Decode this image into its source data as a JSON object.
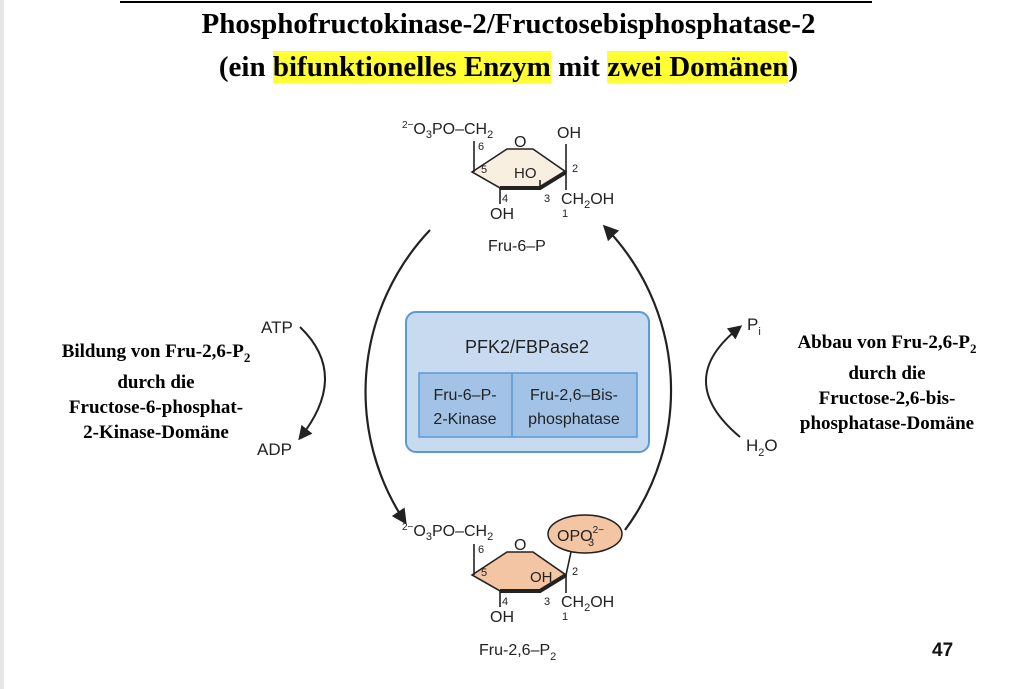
{
  "title": {
    "line1": "Phosphofructokinase-2/Fructosebisphosphatase-2",
    "line2_open": "(ein ",
    "line2_hl1": "bifunktionelles Enzym",
    "line2_mid": " mit ",
    "line2_hl2": "zwei Domänen",
    "line2_close": ")"
  },
  "left_label": {
    "line1": "Bildung von Fru-2,6-P",
    "line1_sub": "2",
    "line2": "durch die",
    "line3": "Fructose-6-phosphat-",
    "line4": "2-Kinase-Domäne"
  },
  "right_label": {
    "line1": "Abbau von Fru-2,6-P",
    "line1_sub": "2",
    "line2": "durch die",
    "line3": "Fructose-2,6-bis-",
    "line4": "phosphatase-Domäne"
  },
  "enzyme": {
    "name": "PFK2/FBPase2",
    "kinase_line1": "Fru-6–P-",
    "kinase_line2": "2-Kinase",
    "phosphatase_line1": "Fru-2,6–Bis-",
    "phosphatase_line2": "phosphatase"
  },
  "reactants": {
    "atp": "ATP",
    "adp": "ADP",
    "pi": "P",
    "pi_sub": "i",
    "h2o": "H",
    "h2o_sub": "2",
    "h2o_end": "O"
  },
  "top_molecule": {
    "name": "Fru-6–P",
    "group_charge": "2−",
    "group_a": "O",
    "group_sub": "3",
    "group_b": "PO–CH",
    "ch2_sub": "2",
    "ring_o": "O",
    "oh_c2": "OH",
    "ho_c3": "HO",
    "oh_c4": "OH",
    "ch2oh_a": "CH",
    "ch2oh_sub": "2",
    "ch2oh_b": "OH",
    "n1": "1",
    "n2": "2",
    "n3": "3",
    "n4": "4",
    "n5": "5",
    "n6": "6"
  },
  "bottom_molecule": {
    "name": "Fru-2,6–P",
    "name_sub": "2",
    "group_charge": "2−",
    "group_a": "O",
    "group_sub": "3",
    "group_b": "PO–CH",
    "ch2_sub": "2",
    "ring_o": "O",
    "oh_c3": "OH",
    "oh_c4": "OH",
    "opo3_a": "OPO",
    "opo3_sub": "3",
    "opo3_sup": "2−",
    "ch2oh_a": "CH",
    "ch2oh_sub": "2",
    "ch2oh_b": "OH",
    "n1": "1",
    "n2": "2",
    "n3": "3",
    "n4": "4",
    "n5": "5",
    "n6": "6"
  },
  "page_number": "47",
  "colors": {
    "highlight": "#ffff33",
    "fru6p_ring": "#f8efe0",
    "fru26p2_ring": "#f3c5a3",
    "enzyme_box": "#c7daf0",
    "enzyme_border": "#5a9ad6",
    "arrow": "#222222"
  }
}
